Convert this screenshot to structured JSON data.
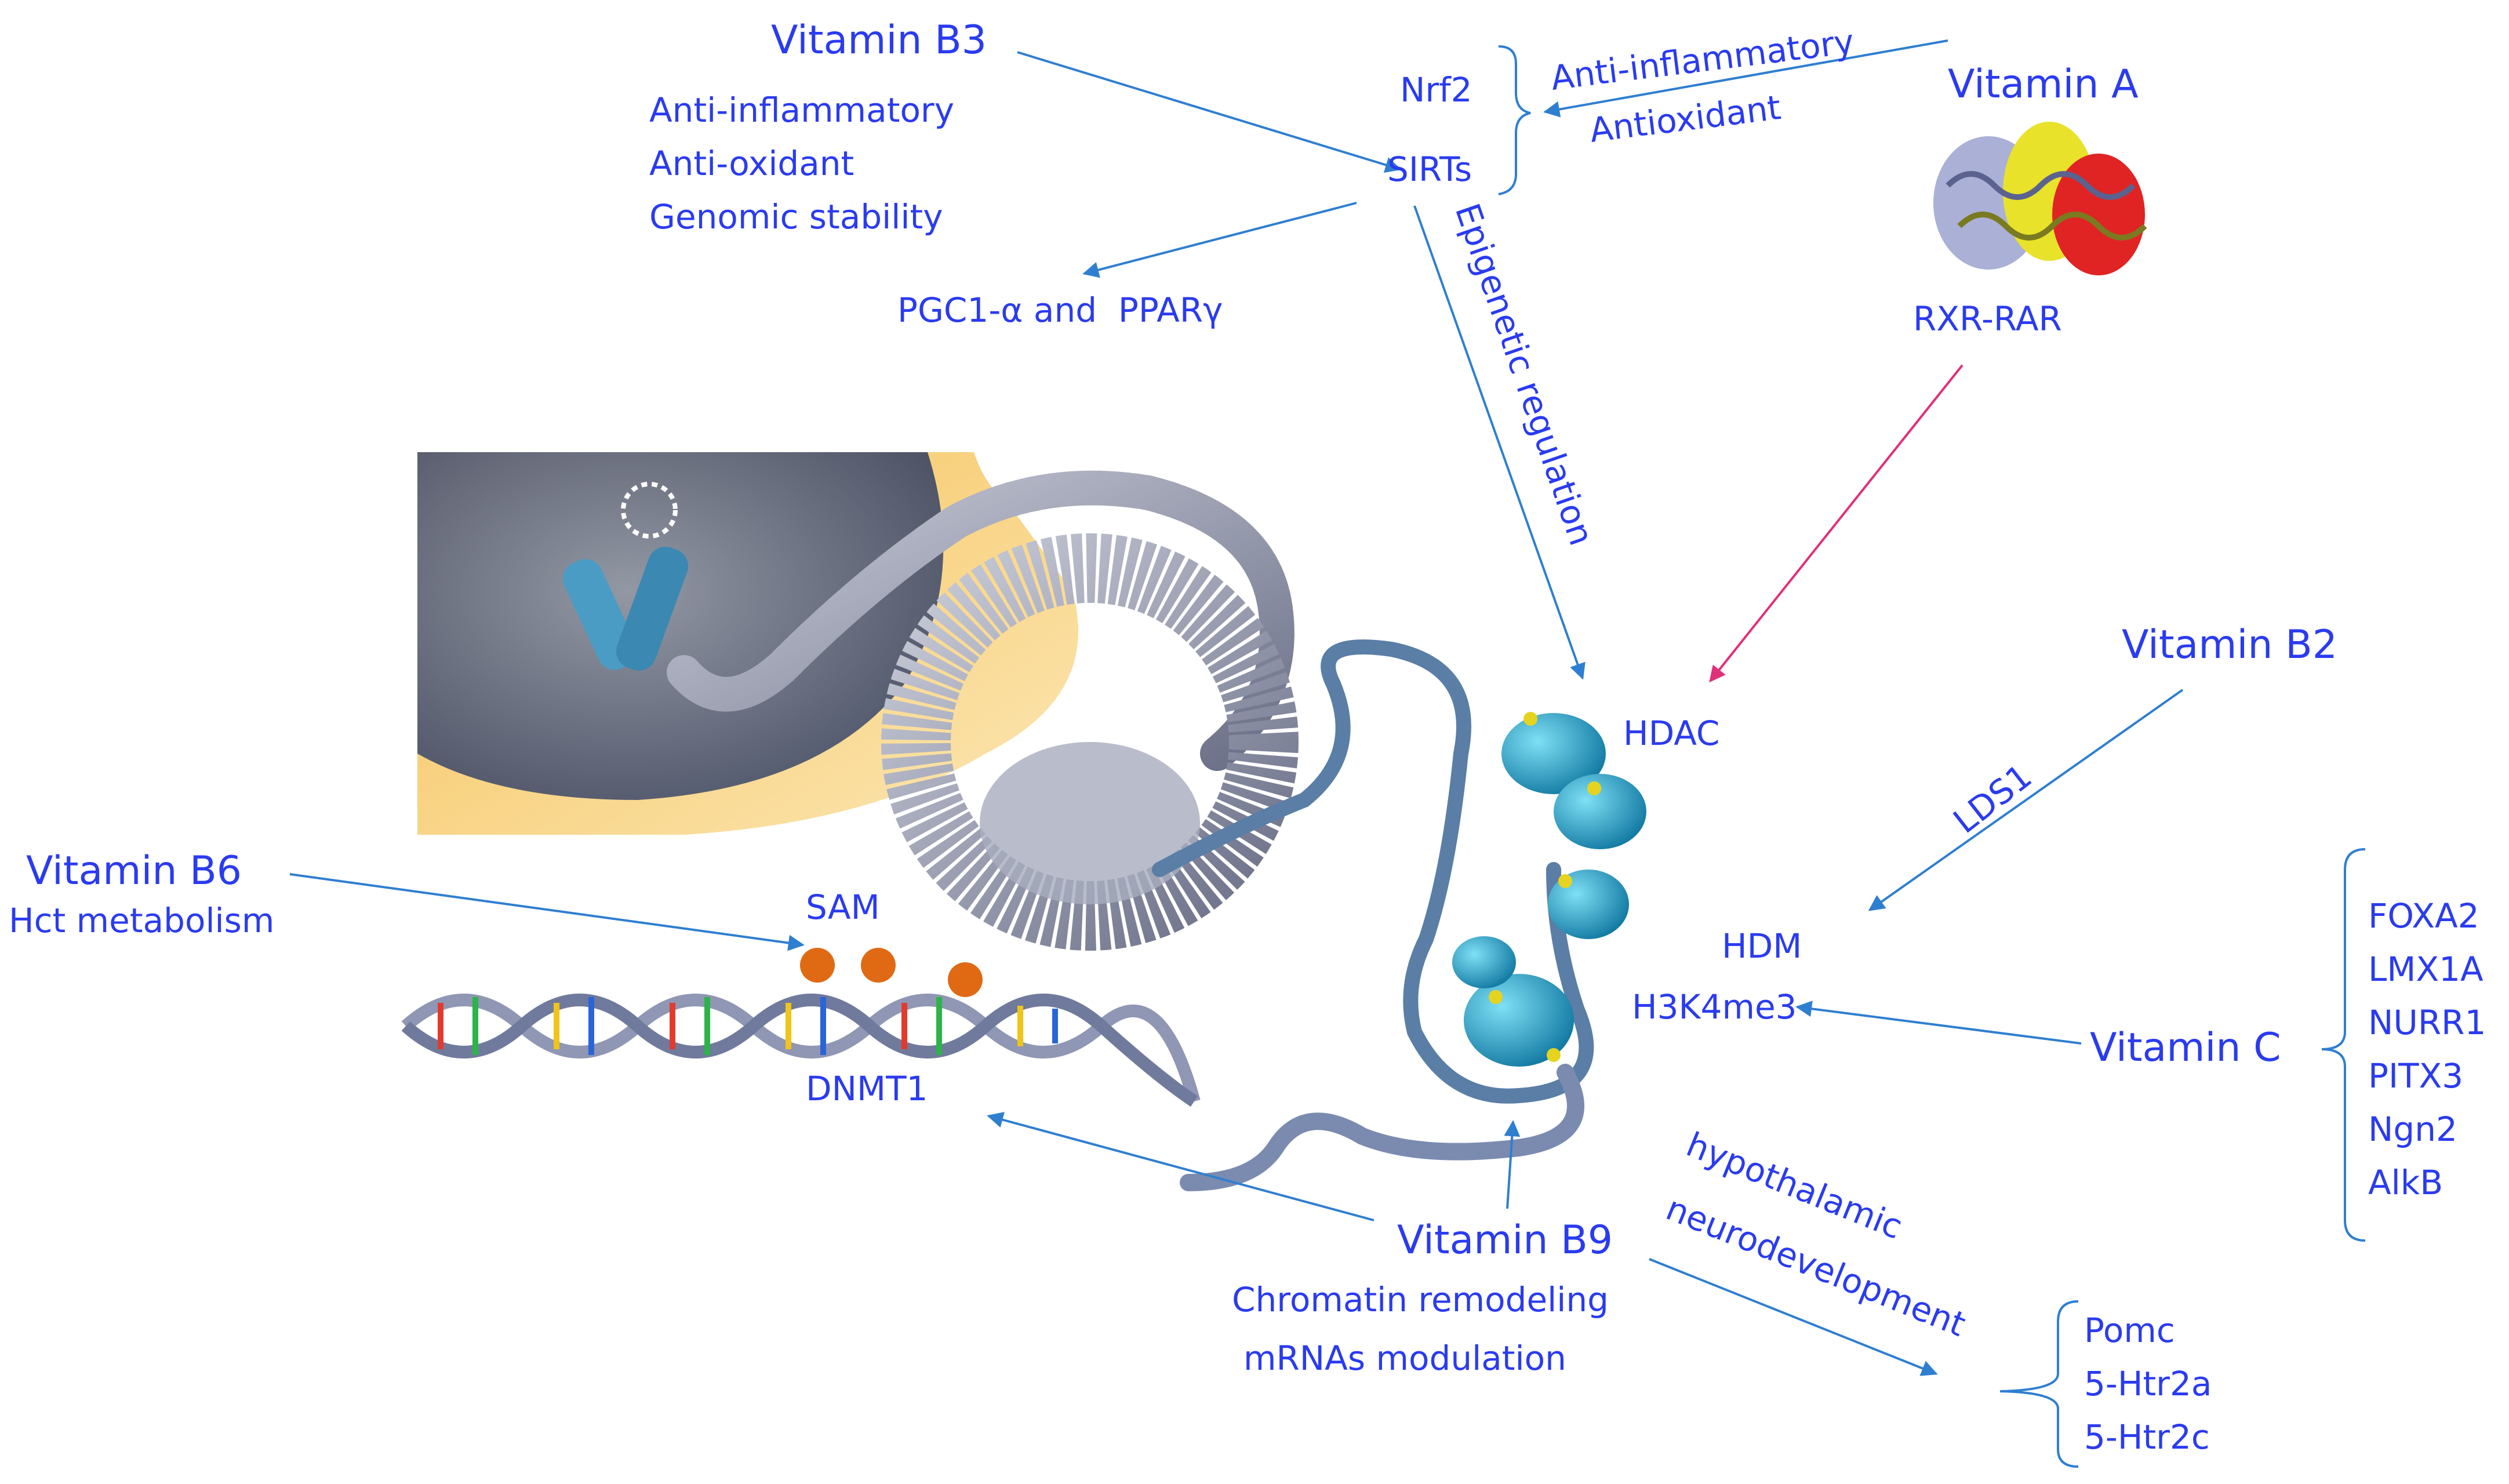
{
  "vitamin_b3": {
    "title": "Vitamin B3",
    "effects": [
      "Anti-inflammatory",
      "Anti-oxidant",
      "Genomic stability"
    ],
    "targets": [
      "PGC1-α and  PPARγ"
    ]
  },
  "sirt_bracket": {
    "items": [
      "Nrf2",
      "SIRTs"
    ]
  },
  "vitamin_a": {
    "title": "Vitamin A",
    "effects": [
      "Anti-inflammatory",
      "Antioxidant"
    ],
    "receptor": "RXR-RAR"
  },
  "epigenetic_label": "Epigenetic regulation",
  "hdac": "HDAC",
  "vitamin_b2": {
    "title": "Vitamin B2",
    "arrow_label": "LDS1"
  },
  "hdm": "HDM",
  "h3k4me3": "H3K4me3",
  "vitamin_c": {
    "title": "Vitamin C",
    "genes": [
      "FOXA2",
      "LMX1A",
      "NURR1",
      "PITX3",
      "Ngn2",
      "AlkB"
    ]
  },
  "vitamin_b6": {
    "title": "Vitamin B6",
    "effect": "Hct metabolism"
  },
  "sam": "SAM",
  "dnmt1": "DNMT1",
  "vitamin_b9": {
    "title": "Vitamin B9",
    "effects": [
      "Chromatin remodeling",
      "mRNAs modulation"
    ],
    "arrow_label_1": "hypothalamic",
    "arrow_label_2": "neurodevelopment",
    "genes": [
      "Pomc",
      "5-Htr2a",
      "5-Htr2c"
    ]
  },
  "colors": {
    "text": "#2a3bf0",
    "arrow": "#2f7fd0",
    "pink_arrow": "#e0307a"
  }
}
